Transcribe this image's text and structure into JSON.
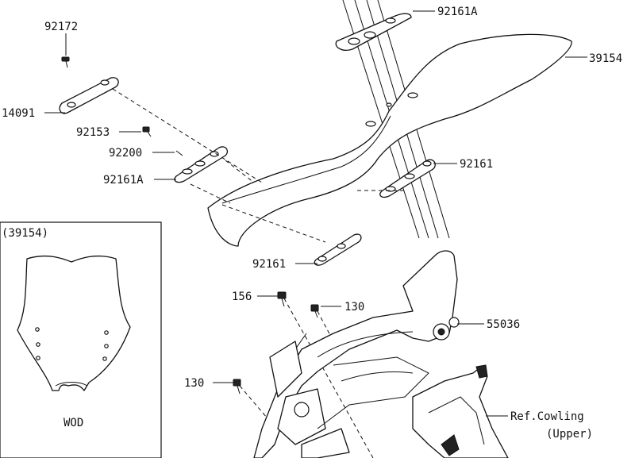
{
  "labels": {
    "p92161A_top": "92161A",
    "p39154": "39154",
    "p92172": "92172",
    "p14091": "14091",
    "p92153": "92153",
    "p92200": "92200",
    "p92161A_left": "92161A",
    "p92161_right": "92161",
    "p92161_bottom": "92161",
    "p156": "156",
    "p130_top": "130",
    "p55036": "55036",
    "p130_left": "130",
    "ref_cowling_line1": "Ref.Cowling",
    "ref_cowling_line2": "(Upper)"
  },
  "inset": {
    "title": "(39154)",
    "caption": "WOD"
  }
}
